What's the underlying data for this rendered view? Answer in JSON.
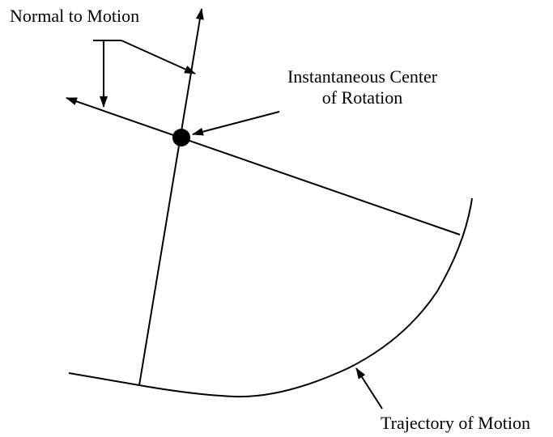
{
  "labels": {
    "normal_to_motion": "Normal to Motion",
    "icr_line1": "Instantaneous Center",
    "icr_line2": "of Rotation",
    "trajectory": "Trajectory of Motion"
  },
  "colors": {
    "ink": "#000000",
    "background": "#ffffff"
  }
}
